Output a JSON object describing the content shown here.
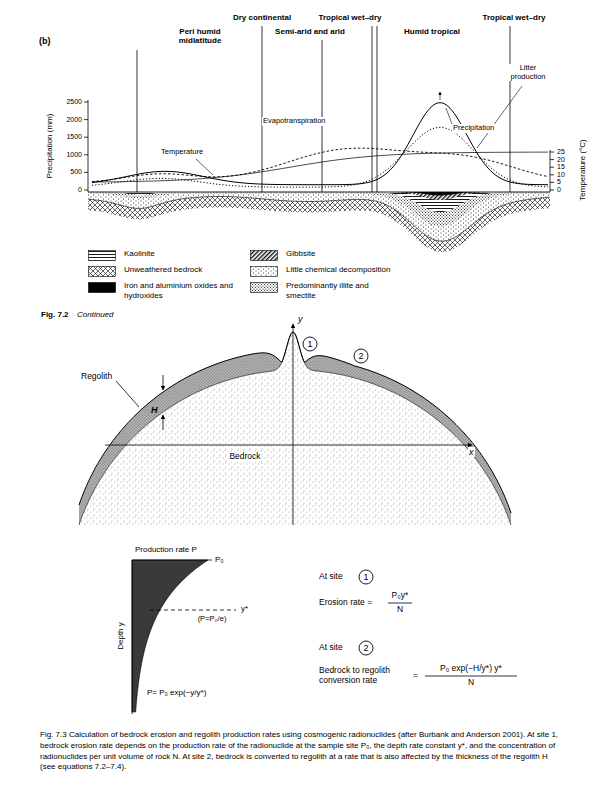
{
  "diagram": {
    "caption": "Fig. 7.3 Calculation of bedrock erosion and regolith production rates using cosmogenic radionuclides (after Burbank and Anderson 2001). At site 1, bedrock erosion rate depends on the production rate of the radionuclide at the sample site P₀, the depth rate constant y*, and the concentration of radionuclides per unit volume of rock N. At site 2, bedrock is converted to regolith at a rate that is also affected by the thickness of the regolith H (see equations 7.2–7.4).",
    "nodes": [
      {
        "text": [
          "1"
        ]
      },
      {
        "text": [
          "2"
        ]
      },
      {
        "text": [
          "1"
        ]
      },
      {
        "text": [
          "2"
        ]
      }
    ],
    "labels": [
      "(b)",
      "Peri humid midlatitude",
      "Dry continental",
      "Semi-arid and arid",
      "Tropical wet–dry",
      "Humid tropical",
      "Tropical wet–dry",
      "Litter production",
      "Precipitation",
      "Evapotranspiration",
      "Temperature",
      "Precipitation (mm)",
      "2500",
      "2000",
      "1500",
      "1000",
      "500",
      "0",
      "Temperature (°C)",
      "25",
      "20",
      "15",
      "10",
      "5",
      "0",
      "Fig. 7.2",
      "Continued",
      "y",
      "x",
      "Regolith",
      "H",
      "Bedrock",
      "Production rate P",
      "P₀",
      "Depth y",
      "y*",
      "(P=P₀/e)",
      "P= P₀ exp(−y/y*)",
      "At site",
      "Erosion rate =",
      "P₀y*",
      "N",
      "At site",
      "Bedrock to regolith conversion rate",
      "=",
      "P₀ exp(−H/y*) y*",
      "N"
    ],
    "legend": [
      {
        "text": "Kaolinite"
      },
      {
        "text": "Gibbsite"
      },
      {
        "text": "Unweathered bedrock"
      },
      {
        "text": "Little chemical decomposition"
      },
      {
        "text": "Iron and aluminium oxides and hydroxides",
        "color": "#000000"
      },
      {
        "text": "Predominantly illite and smectite"
      }
    ]
  }
}
